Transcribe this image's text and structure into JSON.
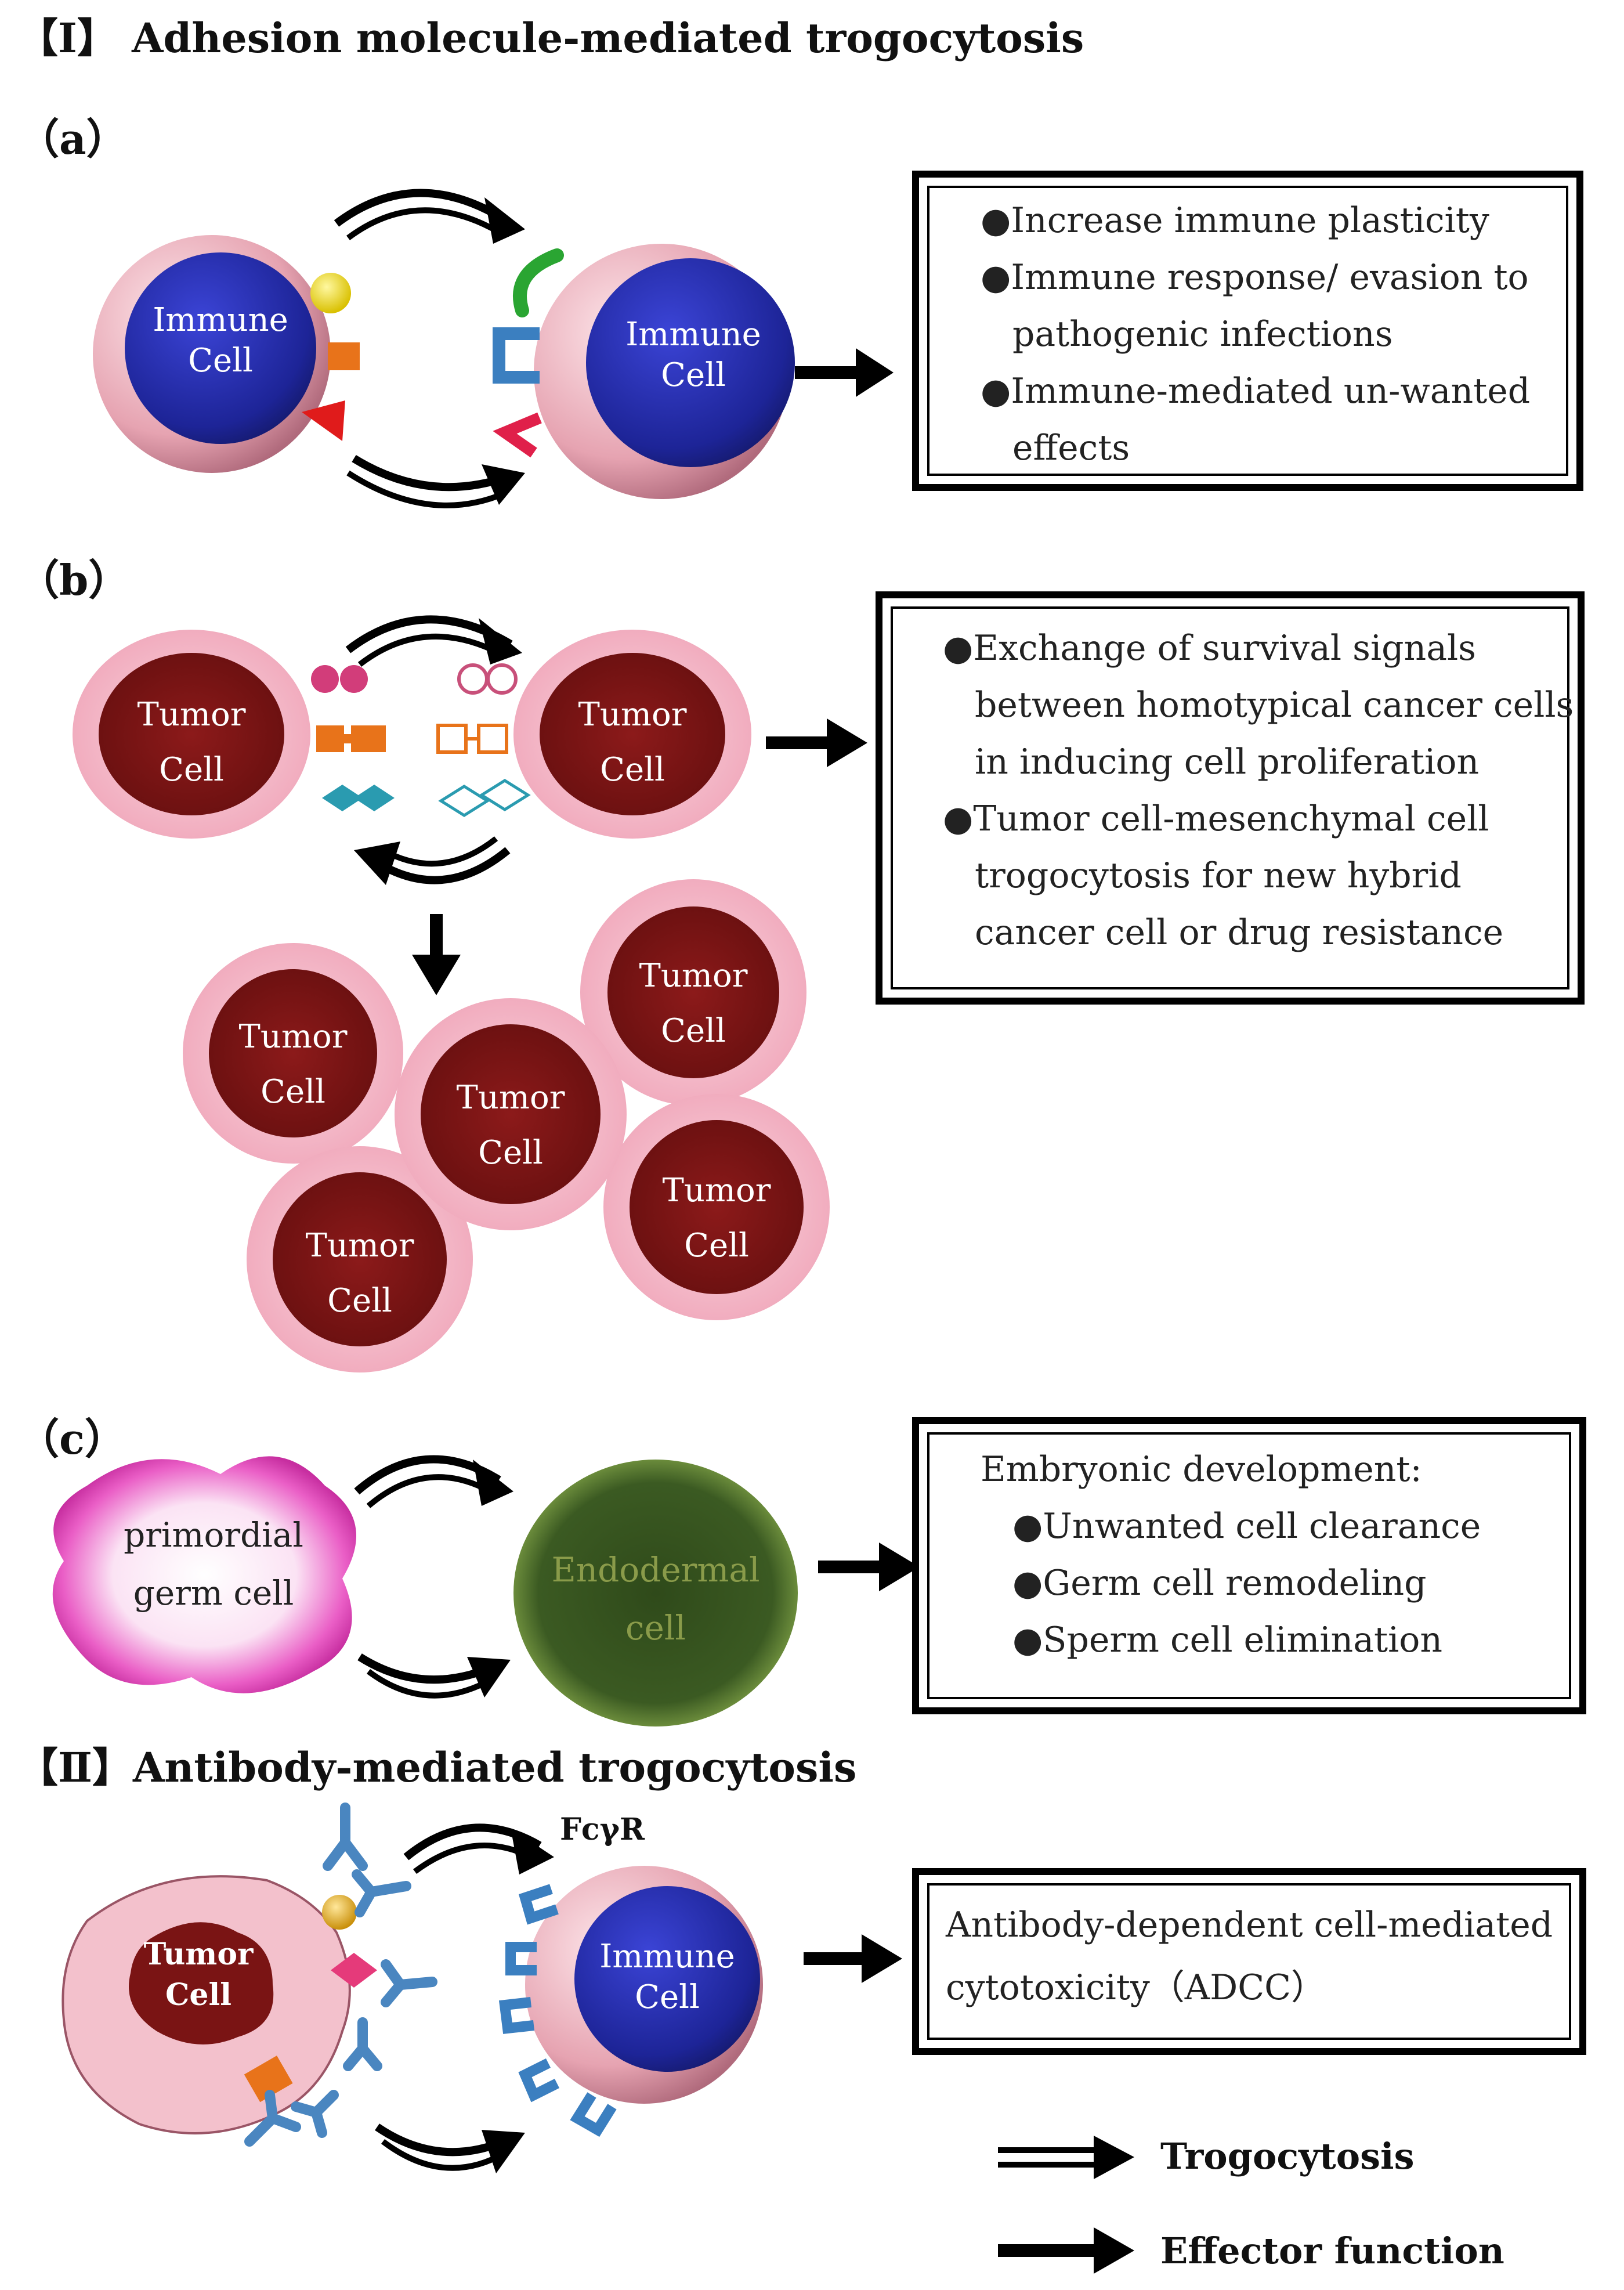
{
  "section1": {
    "title": "【Ⅰ】 Adhesion molecule-mediated trogocytosis"
  },
  "section2": {
    "title": "【Ⅱ】Antibody-mediated trogocytosis"
  },
  "panel_a": {
    "label": "（a）",
    "left_cell": {
      "line1": "Immune",
      "line2": "Cell"
    },
    "right_cell": {
      "line1": "Immune",
      "line2": "Cell"
    },
    "effects": [
      "●Increase immune plasticity",
      "●Immune response/ evasion to",
      "pathogenic infections",
      "●Immune-mediated un-wanted",
      "effects"
    ]
  },
  "panel_b": {
    "label": "（b）",
    "cell_line1": "Tumor",
    "cell_line2": "Cell",
    "effects": [
      "●Exchange of survival signals",
      "between homotypical cancer cells",
      "in inducing cell proliferation",
      "●Tumor cell-mesenchymal cell",
      "trogocytosis for new hybrid",
      "cancer cell or drug resistance"
    ]
  },
  "panel_c": {
    "label": "（c）",
    "source_cell": {
      "line1": "primordial",
      "line2": "germ cell"
    },
    "target_cell": {
      "line1": "Endodermal",
      "line2": "cell"
    },
    "effects": [
      "Embryonic development:",
      "●Unwanted cell clearance",
      "●Germ cell remodeling",
      "●Sperm cell elimination"
    ]
  },
  "panel_ii": {
    "receptor_label": "FcγR",
    "tumor_cell": {
      "line1": "Tumor",
      "line2": "Cell"
    },
    "immune_cell": {
      "line1": "Immune",
      "line2": "Cell"
    },
    "effects": [
      "Antibody-dependent cell-mediated",
      "cytotoxicity（ADCC）"
    ]
  },
  "legend": {
    "trogocytosis": "Trogocytosis",
    "effector": "Effector function"
  },
  "colors": {
    "immune_nucleus": "#2a2fb0",
    "membrane_pink": "#e8a6b4",
    "tumor_nucleus": "#7a1414",
    "tumor_membrane": "#f2b7c6",
    "endoderm": "#2f4a1a",
    "pgc_magenta": "#e040b8"
  }
}
